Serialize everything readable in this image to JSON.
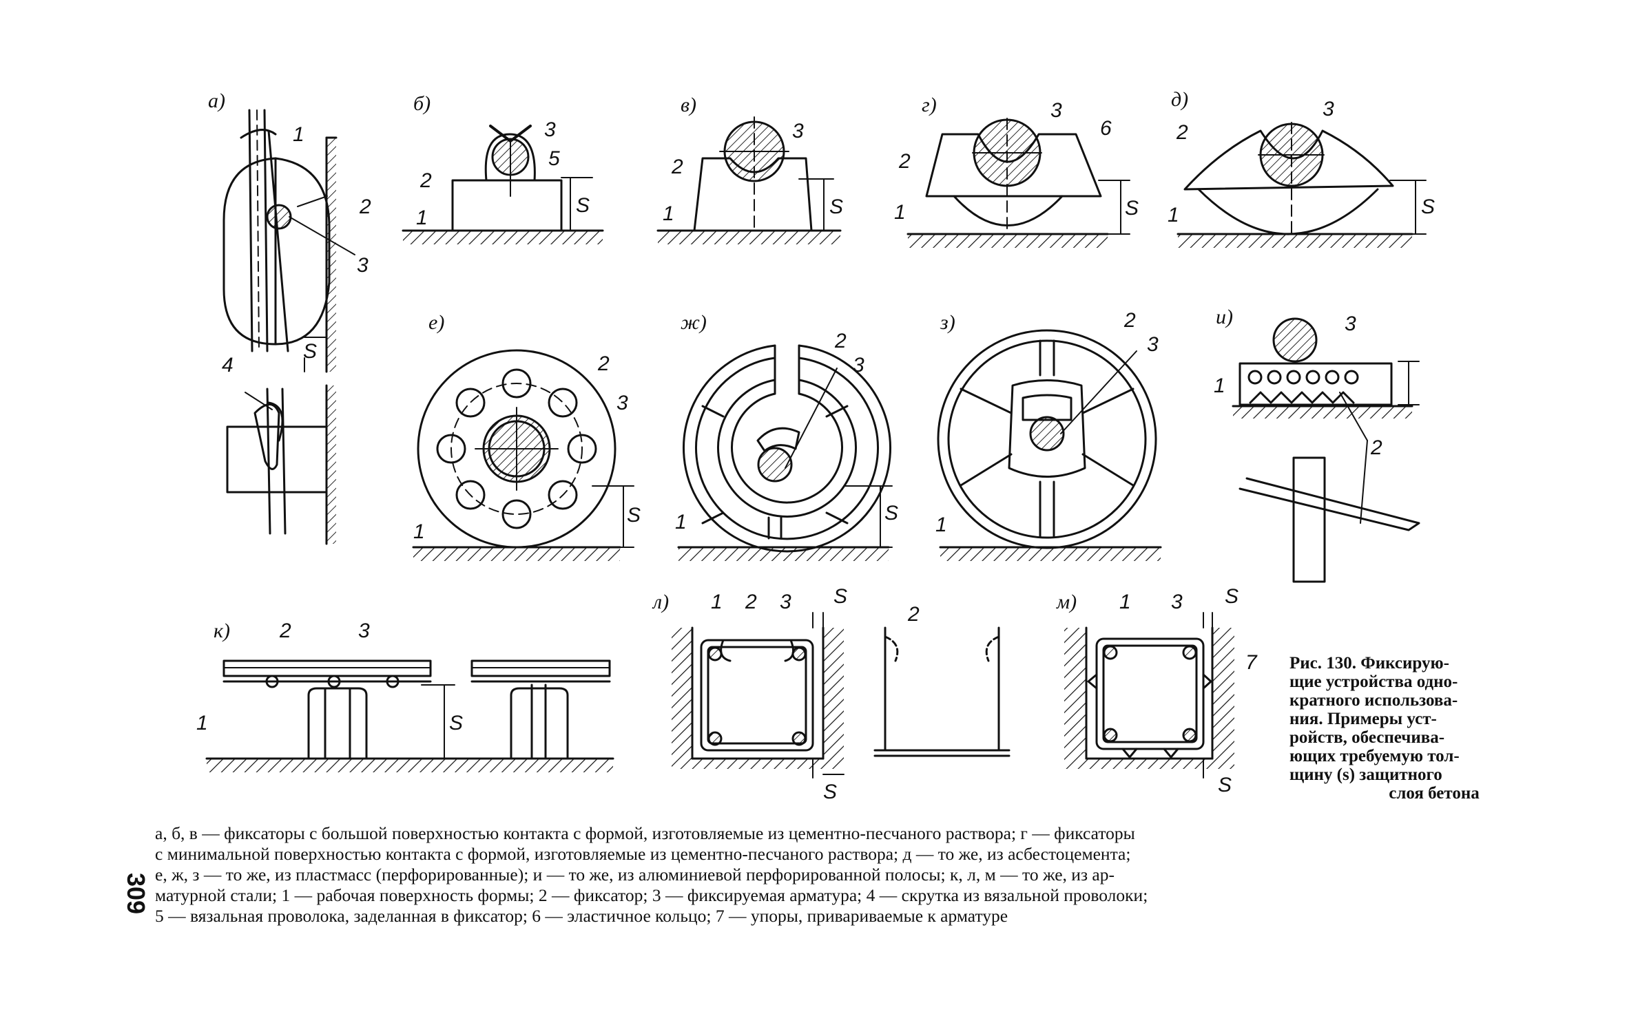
{
  "page_number": "309",
  "panels": {
    "a": "а)",
    "b": "б)",
    "v": "в)",
    "g": "г)",
    "d": "д)",
    "e": "е)",
    "zh": "ж)",
    "z": "з)",
    "i": "и)",
    "k": "к)",
    "l": "л)",
    "m": "м)"
  },
  "marks": {
    "n1": "1",
    "n2": "2",
    "n3": "3",
    "n4": "4",
    "n5": "5",
    "n6": "6",
    "n7": "7",
    "s": "S"
  },
  "caption": {
    "lines": [
      "Рис. 130. Фиксирую-",
      "щие устройства одно-",
      "кратного использова-",
      "ния. Примеры уст-",
      "ройств, обеспечива-",
      "ющих требуемую тол-",
      "щину (s) защитного",
      "слоя бетона"
    ]
  },
  "legend": {
    "lines": [
      "а, б, в — фиксаторы с большой поверхностью контакта с формой, изготовляемые из цементно-песчаного раствора; г — фиксаторы",
      "с минимальной поверхностью контакта с формой, изготовляемые из цементно-песчаного раствора; д — то же, из асбестоцемента;",
      "е, ж, з — то же, из пластмасс (перфорированные); и — то же, из алюминиевой перфорированной полосы; к, л, м — то же, из ар-",
      "матурной стали; 1 — рабочая поверхность формы; 2 — фиксатор; 3 — фиксируемая арматура; 4 — скрутка из вязальной проволоки;",
      "5 — вязальная проволока, заделанная в фиксатор; 6 — эластичное кольцо; 7 — упоры, привариваемые к арматуре"
    ]
  }
}
